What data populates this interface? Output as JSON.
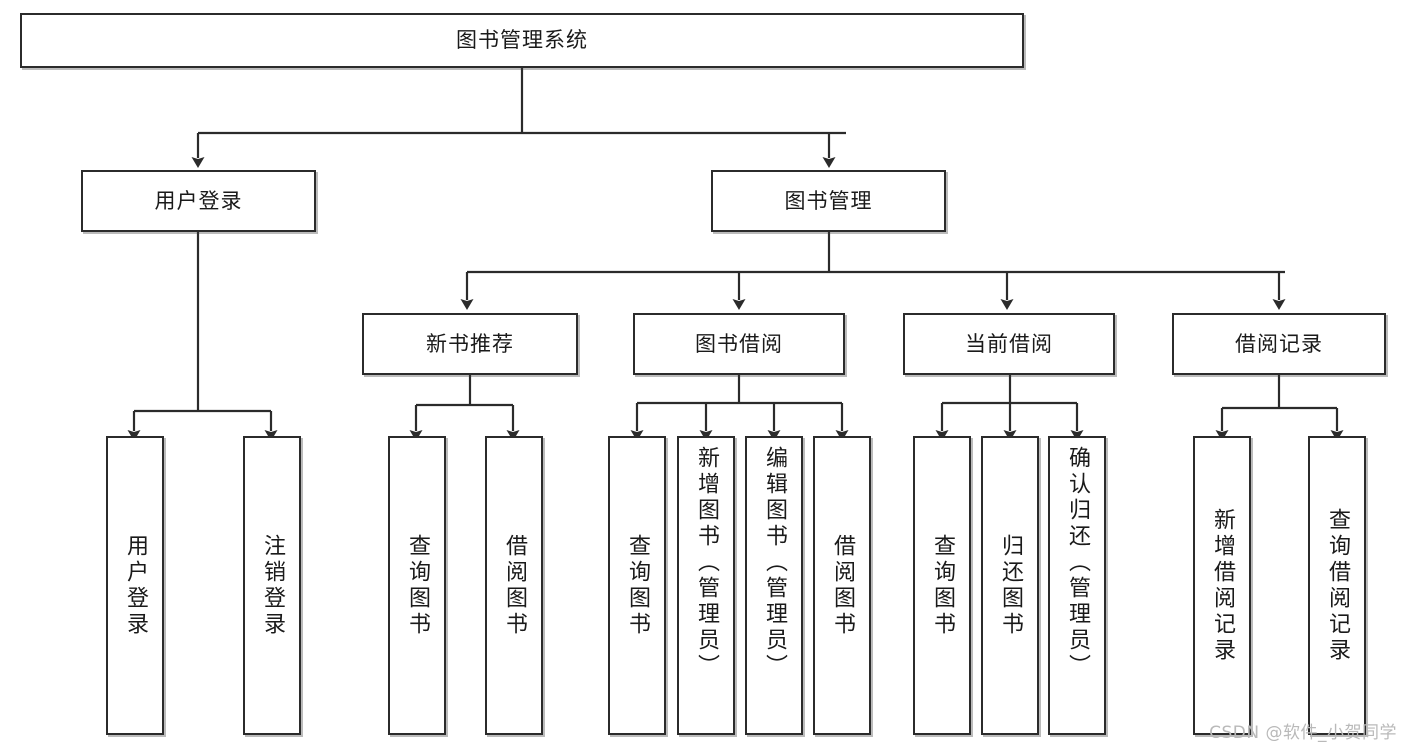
{
  "diagram": {
    "type": "tree-hierarchy",
    "title": "图书管理系统",
    "levels": {
      "root": {
        "label": "图书管理系统"
      },
      "level2": [
        {
          "label": "用户登录"
        },
        {
          "label": "图书管理"
        }
      ],
      "level3": [
        {
          "label": "新书推荐"
        },
        {
          "label": "图书借阅"
        },
        {
          "label": "当前借阅"
        },
        {
          "label": "借阅记录"
        }
      ],
      "leaves": [
        {
          "label": "用户登录",
          "parent": "用户登录"
        },
        {
          "label": "注销登录",
          "parent": "用户登录"
        },
        {
          "label": "查询图书",
          "parent": "新书推荐"
        },
        {
          "label": "借阅图书",
          "parent": "新书推荐"
        },
        {
          "label": "查询图书",
          "parent": "图书借阅"
        },
        {
          "label": "新增图书（管理员）",
          "parent": "图书借阅"
        },
        {
          "label": "编辑图书（管理员）",
          "parent": "图书借阅"
        },
        {
          "label": "借阅图书",
          "parent": "图书借阅"
        },
        {
          "label": "查询图书",
          "parent": "当前借阅"
        },
        {
          "label": "归还图书",
          "parent": "当前借阅"
        },
        {
          "label": "确认归还（管理员）",
          "parent": "当前借阅"
        },
        {
          "label": "新增借阅记录",
          "parent": "借阅记录"
        },
        {
          "label": "查询借阅记录",
          "parent": "借阅记录"
        }
      ]
    },
    "colors": {
      "stroke": "#2b2b2b",
      "background": "#ffffff",
      "text": "#1a1a1a",
      "watermark": "#b9b9b9"
    }
  },
  "watermark": {
    "text": "CSDN @软件_小贺同学"
  }
}
